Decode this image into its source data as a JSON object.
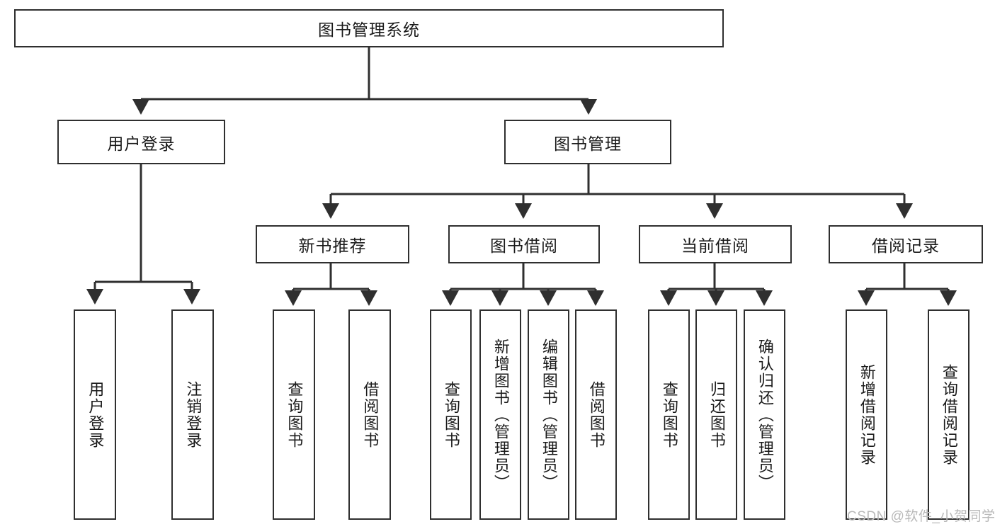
{
  "diagram": {
    "type": "tree-hierarchy-chart",
    "title": "图书管理系统",
    "stroke_color": "#2f2f2f",
    "background_color": "#ffffff",
    "text_color": "#1a1a1a",
    "root": {
      "label": "图书管理系统",
      "orientation": "horizontal"
    },
    "level2": [
      {
        "label": "用户登录",
        "orientation": "horizontal"
      },
      {
        "label": "图书管理",
        "orientation": "horizontal"
      }
    ],
    "level3": [
      {
        "label": "新书推荐",
        "orientation": "horizontal",
        "parent": "图书管理"
      },
      {
        "label": "图书借阅",
        "orientation": "horizontal",
        "parent": "图书管理"
      },
      {
        "label": "当前借阅",
        "orientation": "horizontal",
        "parent": "图书管理"
      },
      {
        "label": "借阅记录",
        "orientation": "horizontal",
        "parent": "图书管理"
      }
    ],
    "leaves": [
      {
        "label": "用户登录",
        "parent": "用户登录",
        "orientation": "vertical"
      },
      {
        "label": "注销登录",
        "parent": "用户登录",
        "orientation": "vertical"
      },
      {
        "label": "查询图书",
        "parent": "新书推荐",
        "orientation": "vertical"
      },
      {
        "label": "借阅图书",
        "parent": "新书推荐",
        "orientation": "vertical"
      },
      {
        "label": "查询图书",
        "parent": "图书借阅",
        "orientation": "vertical"
      },
      {
        "label": "新增图书（管理员）",
        "parent": "图书借阅",
        "orientation": "vertical"
      },
      {
        "label": "编辑图书（管理员）",
        "parent": "图书借阅",
        "orientation": "vertical"
      },
      {
        "label": "借阅图书",
        "parent": "图书借阅",
        "orientation": "vertical"
      },
      {
        "label": "查询图书",
        "parent": "当前借阅",
        "orientation": "vertical"
      },
      {
        "label": "归还图书",
        "parent": "当前借阅",
        "orientation": "vertical"
      },
      {
        "label": "确认归还（管理员）",
        "parent": "当前借阅",
        "orientation": "vertical"
      },
      {
        "label": "新增借阅记录",
        "parent": "借阅记录",
        "orientation": "vertical"
      },
      {
        "label": "查询借阅记录",
        "parent": "借阅记录",
        "orientation": "vertical"
      }
    ]
  },
  "watermark": {
    "text": "CSDN @软件_小贺同学",
    "color": "#b9b9b9"
  }
}
